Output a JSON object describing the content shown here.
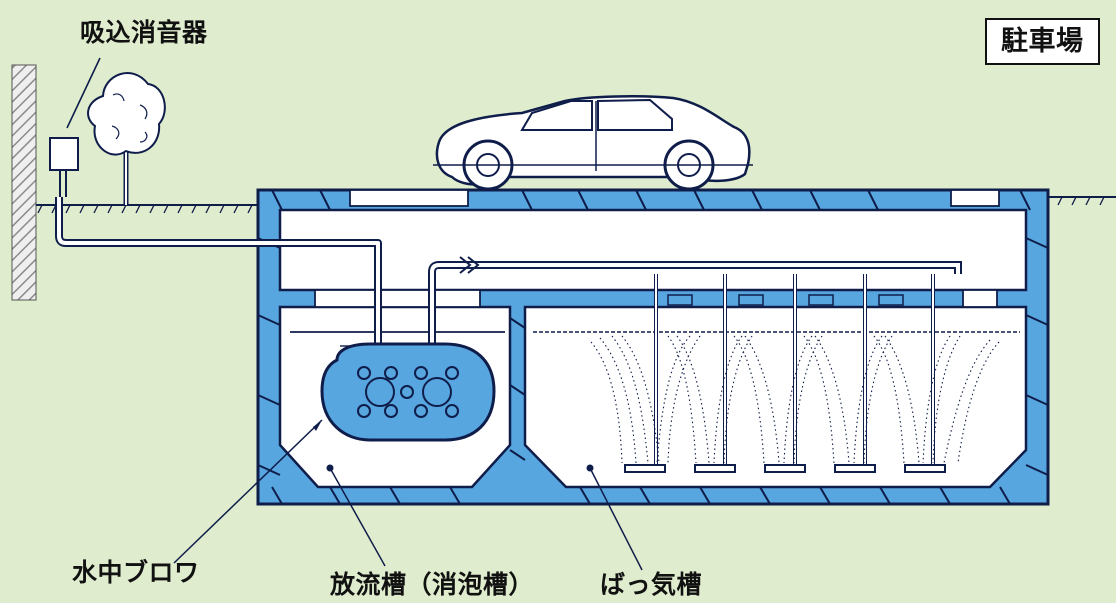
{
  "labels": {
    "intake_silencer": "吸込消音器",
    "parking": "駐車場",
    "submersible_blower": "水中ブロワ",
    "discharge_tank": "放流槽（消泡槽）",
    "aeration_tank": "ばっ気槽"
  },
  "colors": {
    "background": "#dfeccd",
    "concrete_blue": "#58a6df",
    "outline": "#0f1d4a",
    "white": "#ffffff",
    "text": "#111111"
  }
}
